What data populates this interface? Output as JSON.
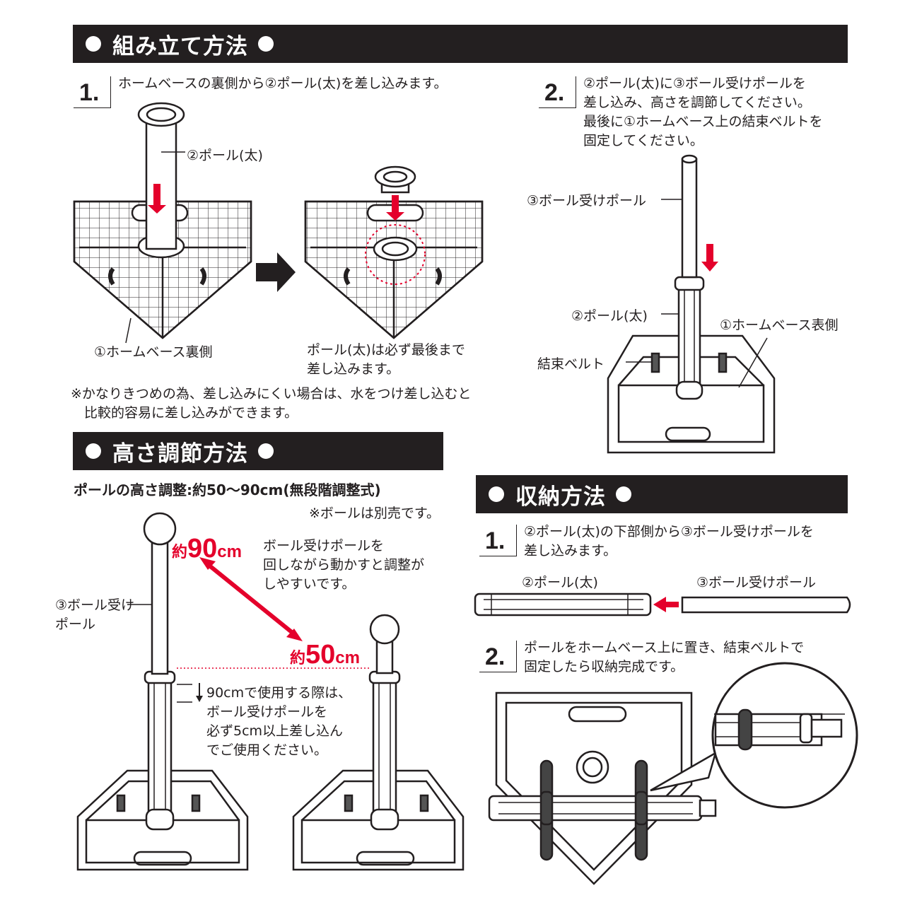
{
  "sections": {
    "assembly": {
      "title": "組み立て方法"
    },
    "height": {
      "title": "高さ調節方法"
    },
    "storage": {
      "title": "収納方法"
    }
  },
  "assembly": {
    "step1": {
      "num": "1.",
      "text": "ホームベースの裏側から②ポール(太)を差し込みます。"
    },
    "step2": {
      "num": "2.",
      "text": "②ポール(太)に③ボール受けポールを\n差し込み、高さを調節してください。\n最後に①ホームベース上の結束ベルトを\n固定してください。"
    },
    "label_pole_thick": "②ポール(太)",
    "label_base_back": "①ホームベース裏側",
    "label_insert_fully": "ポール(太)は必ず最後まで\n差し込みます。",
    "note": "※かなりきつめの為、差し込みにくい場合は、水をつけ差し込むと\n　比較的容易に差し込みができます。",
    "label_ball_pole": "③ボール受けポール",
    "label_pole_thick2": "②ポール(太)",
    "label_base_front": "①ホームベース表側",
    "label_belt": "結束ベルト"
  },
  "height": {
    "spec": "ポールの高さ調整:約50〜90cm(無段階調整式)",
    "ball_note": "※ボールは別売です。",
    "max_prefix": "約",
    "max_value": "90",
    "max_unit": "cm",
    "min_prefix": "約",
    "min_value": "50",
    "min_unit": "cm",
    "tip": "ボール受けポールを\n回しながら動かすと調整が\nしやすいです。",
    "label_ball_pole": "③ボール受け\nポール",
    "caution": "90cmで使用する際は、\nボール受けポールを\n必ず5cm以上差し込ん\nでご使用ください。"
  },
  "storage": {
    "step1": {
      "num": "1.",
      "text": "②ポール(太)の下部側から③ボール受けポールを\n差し込みます。"
    },
    "label_pole_thick": "②ポール(太)",
    "label_ball_pole": "③ボール受けポール",
    "step2": {
      "num": "2.",
      "text": "ポールをホームベース上に置き、結束ベルトで\n固定したら収納完成です。"
    }
  },
  "colors": {
    "ink": "#231f20",
    "accent": "#e4002b"
  },
  "icons": [
    "arrow-right-icon",
    "arrow-down-icon"
  ]
}
